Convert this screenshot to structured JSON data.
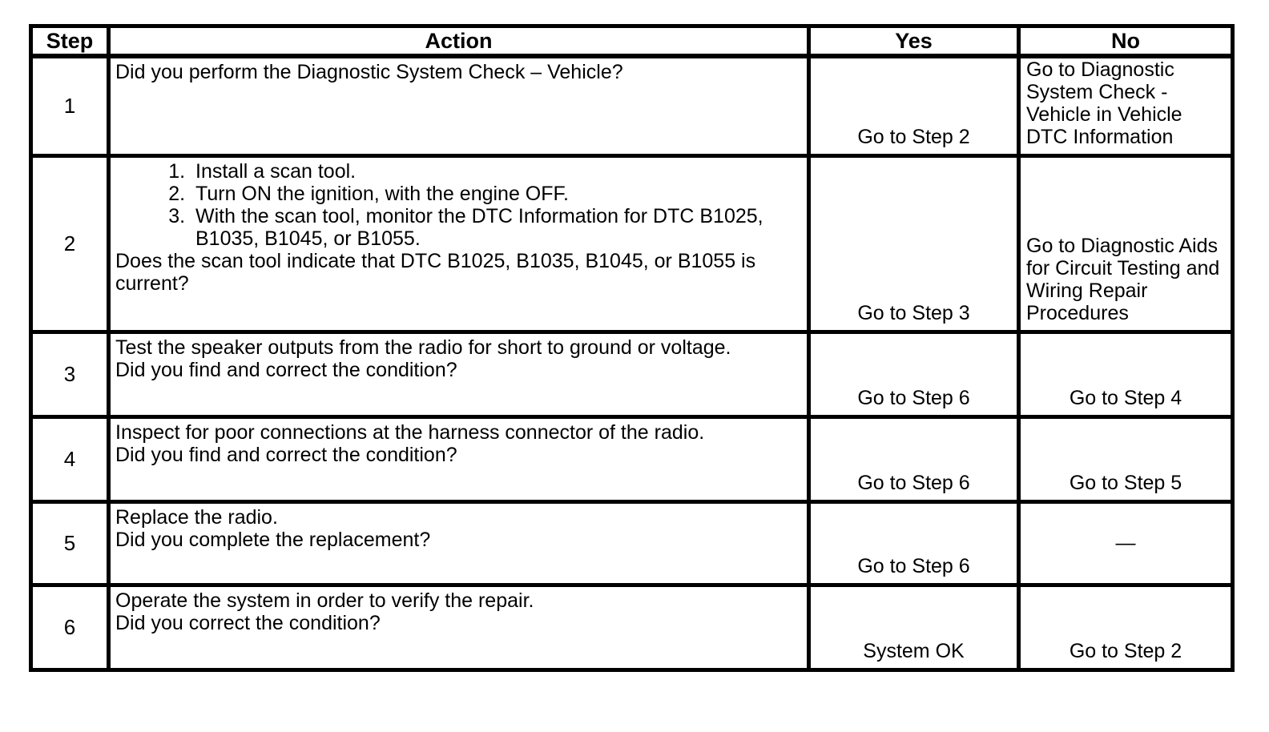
{
  "table": {
    "headers": {
      "step": "Step",
      "action": "Action",
      "yes": "Yes",
      "no": "No"
    },
    "rows": [
      {
        "step": "1",
        "action": "Did you perform the Diagnostic System Check – Vehicle?",
        "yes": "Go to Step 2",
        "no": "Go to Diagnostic System Check - Vehicle in Vehicle DTC Information"
      },
      {
        "step": "2",
        "list": [
          "Install a scan tool.",
          "Turn ON the ignition, with the engine OFF.",
          "With the scan tool, monitor the DTC Information for DTC B1025, B1035, B1045, or B1055."
        ],
        "question": "Does the scan tool indicate that DTC B1025, B1035, B1045, or B1055 is current?",
        "yes": "Go to Step 3",
        "no": "Go to Diagnostic Aids for Circuit Testing and Wiring Repair Procedures"
      },
      {
        "step": "3",
        "action": "Test the speaker outputs from the radio for short to ground or voltage.",
        "question": "Did you find and correct the condition?",
        "yes": "Go to Step 6",
        "no": "Go to Step 4"
      },
      {
        "step": "4",
        "action": "Inspect for poor connections at the harness connector of the radio.",
        "question": "Did you find and correct the condition?",
        "yes": "Go to Step 6",
        "no": "Go to Step 5"
      },
      {
        "step": "5",
        "action": "Replace the radio.",
        "question": "Did you complete the replacement?",
        "yes": "Go to Step 6",
        "no": "—"
      },
      {
        "step": "6",
        "action": "Operate the system in order to verify the repair.",
        "question": "Did you correct the condition?",
        "yes": "System OK",
        "no": "Go to Step 2"
      }
    ]
  }
}
